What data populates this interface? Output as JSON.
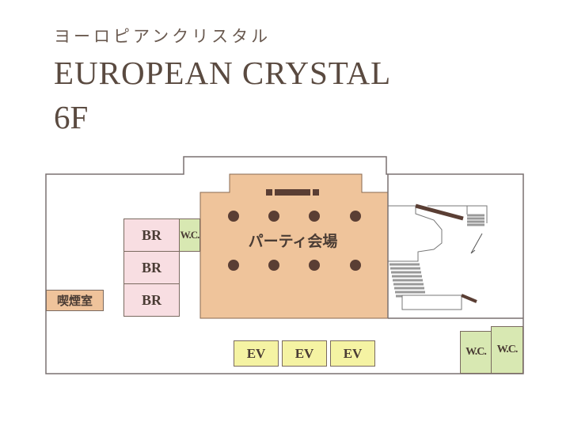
{
  "header": {
    "kana": "ヨーロピアンクリスタル",
    "title": "EUROPEAN CRYSTAL",
    "floor": "6F"
  },
  "rooms": {
    "party_hall": "パーティ会場",
    "smoking": "喫煙室",
    "br": [
      "BR",
      "BR",
      "BR"
    ],
    "wc_small": "W.C.",
    "ev": [
      "EV",
      "EV",
      "EV"
    ],
    "wc_right": [
      "W.C.",
      "W.C."
    ]
  },
  "colors": {
    "hall": "#efc49b",
    "br": "#f8dee2",
    "wc": "#d8e8b2",
    "ev": "#f5f3a3",
    "outline": "#7a6a60",
    "column": "#5a3e34"
  }
}
